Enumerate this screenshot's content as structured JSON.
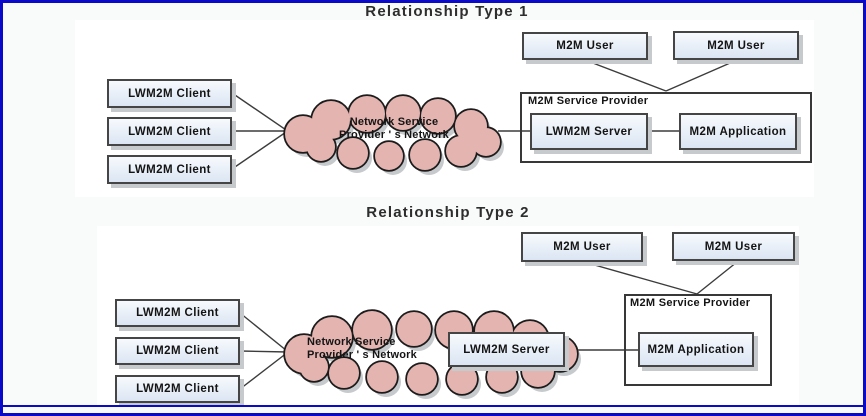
{
  "page": {
    "frame_color": "#0a0ac8",
    "background": "#f9fbfa"
  },
  "palette": {
    "box_fill": "#e8eef8",
    "box_border": "#454545",
    "cloud_fill": "#e3b4b0",
    "cloud_outline": "#1c1c1c",
    "shadow": "#c7cacc",
    "connector": "#3c3c3c",
    "title_color": "#2d2d2d"
  },
  "figure1": {
    "title": "Relationship Type 1",
    "clients": [
      "LWM2M Client",
      "LWM2M Client",
      "LWM2M Client"
    ],
    "cloud": {
      "line1": "Network Service",
      "line2": "Provider ' s Network"
    },
    "provider": {
      "label": "M2M Service Provider",
      "server": "LWM2M Server",
      "application": "M2M Application"
    },
    "users": [
      "M2M User",
      "M2M User"
    ]
  },
  "figure2": {
    "title": "Relationship Type 2",
    "clients": [
      "LWM2M Client",
      "LWM2M Client",
      "LWM2M Client"
    ],
    "cloud": {
      "line1": "Network Service",
      "line2": "Provider ' s Network"
    },
    "server": "LWM2M Server",
    "provider": {
      "label": "M2M Service Provider",
      "application": "M2M Application"
    },
    "users": [
      "M2M User",
      "M2M User"
    ]
  }
}
